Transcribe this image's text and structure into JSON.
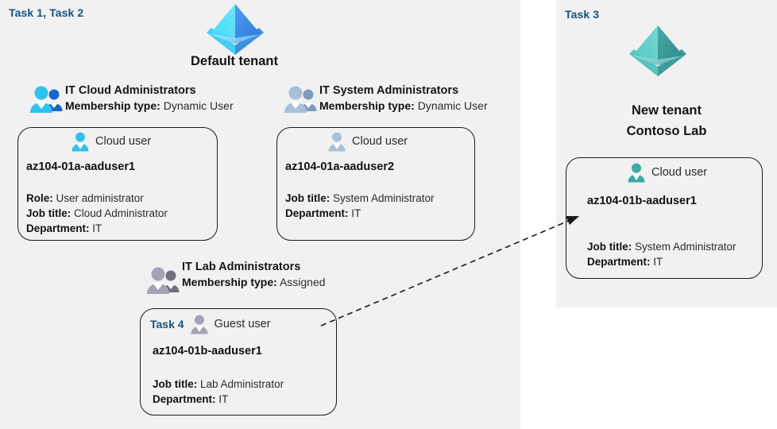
{
  "panels": {
    "left": {
      "task_label": "Task 1, Task 2"
    },
    "right": {
      "task_label": "Task 3"
    }
  },
  "tenants": [
    {
      "name": "default",
      "icon": "azure-tenant-icon",
      "title": "Default tenant",
      "color": "#3fc6f5",
      "accent": "#3f8ae0"
    },
    {
      "name": "contoso",
      "icon": "azure-tenant-icon",
      "title_line1": "New  tenant",
      "title_line2": "Contoso Lab",
      "color": "#5cc9c4",
      "accent": "#3a9a9a"
    }
  ],
  "groups": [
    {
      "id": "it-cloud-administrators",
      "icon": "group-users-icon",
      "name": "IT Cloud Administrators",
      "membership_key": "Membership type:",
      "membership_value": "Dynamic User"
    },
    {
      "id": "it-system-administrators",
      "icon": "group-users-icon",
      "name": "IT System Administrators",
      "membership_key": "Membership type:",
      "membership_value": "Dynamic User"
    },
    {
      "id": "it-lab-administrators",
      "icon": "group-users-icon",
      "name": "IT Lab Administrators",
      "membership_key": "Membership type:",
      "membership_value": "Assigned"
    }
  ],
  "cards": [
    {
      "id": "az104-01a-aaduser1",
      "task": "",
      "icon": "cloud-user-icon",
      "user_type": "Cloud user",
      "username": "az104-01a-aaduser1",
      "attrs": [
        {
          "key": "Role:",
          "value": "User administrator"
        },
        {
          "key": "Job title:",
          "value": "Cloud Administrator"
        },
        {
          "key": "Department:",
          "value": "IT"
        }
      ]
    },
    {
      "id": "az104-01a-aaduser2",
      "task": "",
      "icon": "cloud-user-icon",
      "user_type": "Cloud user",
      "username": "az104-01a-aaduser2",
      "attrs": [
        {
          "key": "Job title:",
          "value": "System Administrator"
        },
        {
          "key": "Department:",
          "value": "IT"
        }
      ]
    },
    {
      "id": "az104-01b-aaduser1-guest",
      "task": "Task 4",
      "icon": "guest-user-icon",
      "user_type": "Guest user",
      "username": "az104-01b-aaduser1",
      "attrs": [
        {
          "key": "Job title:",
          "value": "Lab Administrator"
        },
        {
          "key": "Department:",
          "value": "IT"
        }
      ]
    },
    {
      "id": "az104-01b-aaduser1-cloud",
      "task": "",
      "icon": "cloud-user-icon",
      "user_type": "Cloud user",
      "username": "az104-01b-aaduser1",
      "attrs": [
        {
          "key": "Job title:",
          "value": "System Administrator"
        },
        {
          "key": "Department:",
          "value": "IT"
        }
      ]
    }
  ],
  "connector": {
    "id": "guest-to-cloud-arrow",
    "style": "dashed-arrow",
    "color": "#1a1a1a"
  },
  "colors": {
    "panel_bg": "#f1f1f1",
    "page_bg": "#ffffff",
    "task_blue": "#15517f",
    "border": "#1a1a1a",
    "icon_cyan": "#29c3f0",
    "icon_blue": "#1b6fd4",
    "icon_steel": "#9bb3cc",
    "icon_gray": "#9a9aa8",
    "icon_teal": "#3fa9a4"
  }
}
